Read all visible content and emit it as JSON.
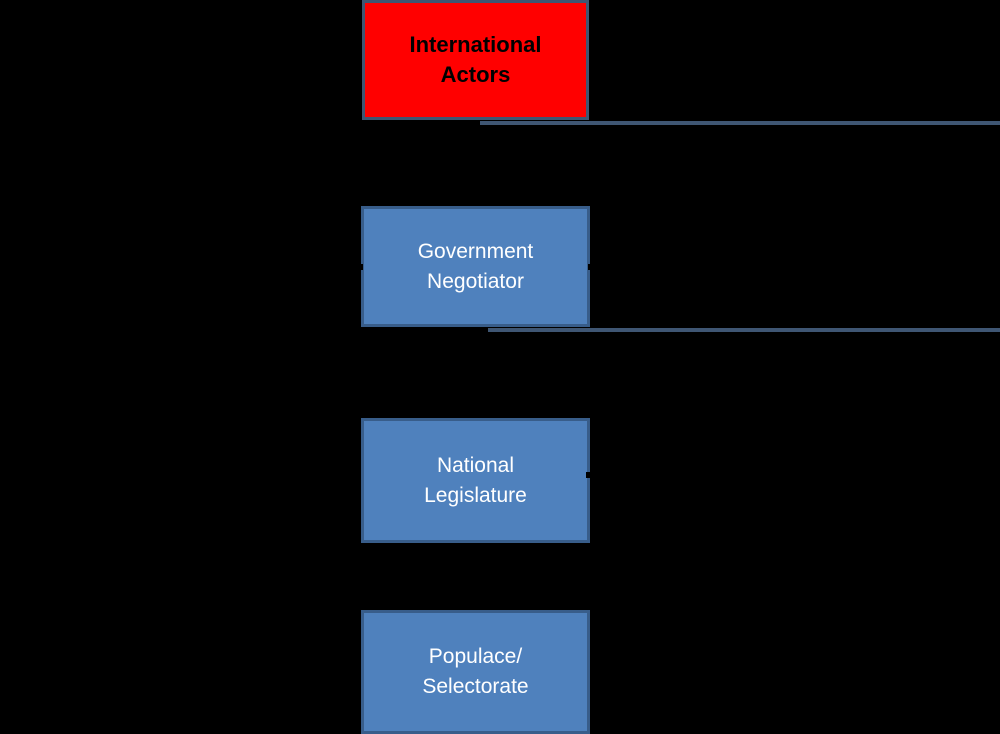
{
  "nodes": {
    "international_actors": {
      "label": "International\nActors",
      "color": "#ff0000"
    },
    "government_negotiator": {
      "label": "Government\nNegotiator",
      "color": "#4f81bd"
    },
    "national_legislature": {
      "label": "National\nLegislature",
      "color": "#4f81bd"
    },
    "populace_selectorate": {
      "label": "Populace/\nSelectorate",
      "color": "#4f81bd"
    }
  },
  "colors": {
    "background": "#000000",
    "box_border": "#385d8a",
    "connector": "#3f5673"
  }
}
